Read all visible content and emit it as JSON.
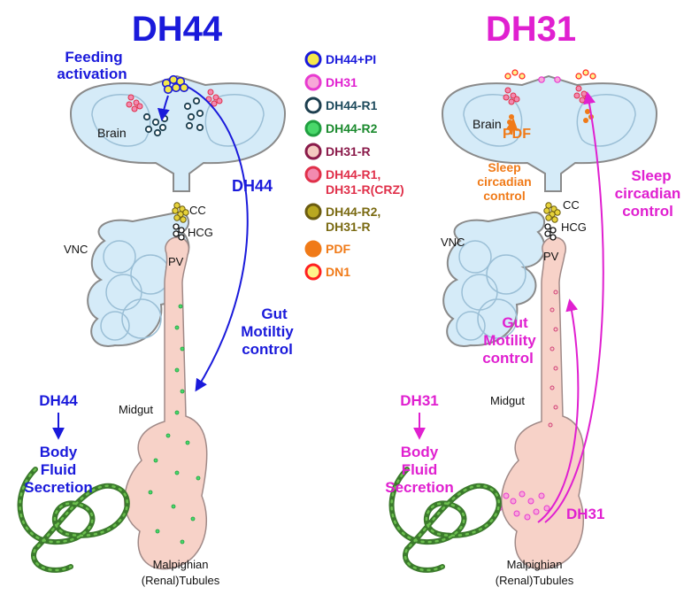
{
  "titles": {
    "left": "DH44",
    "right": "DH31"
  },
  "left_panel": {
    "feeding_line1": "Feeding",
    "feeding_line2": "activation",
    "brain": "Brain",
    "dh44_arrow": "DH44",
    "cc": "CC",
    "hcg": "HCG",
    "vnc": "VNC",
    "pv": "PV",
    "gut_line1": "Gut",
    "gut_line2": "Motiltiy",
    "gut_line3": "control",
    "midgut": "Midgut",
    "body_top": "DH44",
    "body_line1": "Body",
    "body_line2": "Fluid",
    "body_line3": "Secretion",
    "malp_line1": "Malpighian",
    "malp_line2": "(Renal)Tubules"
  },
  "right_panel": {
    "brain": "Brain",
    "pdf": "PDF",
    "sleep_small_line1": "Sleep",
    "sleep_small_line2": "circadian",
    "sleep_small_line3": "control",
    "sleep_big_line1": "Sleep",
    "sleep_big_line2": "circadian",
    "sleep_big_line3": "control",
    "cc": "CC",
    "hcg": "HCG",
    "vnc": "VNC",
    "pv": "PV",
    "gut_line1": "Gut",
    "gut_line2": "Motility",
    "gut_line3": "control",
    "midgut": "Midgut",
    "body_top": "DH31",
    "body_line1": "Body",
    "body_line2": "Fluid",
    "body_line3": "Secretion",
    "dh31_gut": "DH31",
    "malp_line1": "Malpighian",
    "malp_line2": "(Renal)Tubules"
  },
  "legend": [
    {
      "label": "DH44+PI",
      "fill": "#f5e84a",
      "stroke": "#1a1adb",
      "text_color": "#1a1adb"
    },
    {
      "label": "DH31",
      "fill": "#f7a8d8",
      "stroke": "#e83bd0",
      "text_color": "#e020d0"
    },
    {
      "label": "DH44-R1",
      "fill": "#ffffff",
      "stroke": "#1d3f4f",
      "text_color": "#1d4a5c"
    },
    {
      "label": "DH44-R2",
      "fill": "#49d86a",
      "stroke": "#20a040",
      "text_color": "#1b8a2e"
    },
    {
      "label": "DH31-R",
      "fill": "#f4c9c0",
      "stroke": "#8a1a4a",
      "text_color": "#8a1a4a"
    },
    {
      "label_line1": "DH44-R1,",
      "label_line2": "DH31-R(CRZ)",
      "fill": "#f28ab0",
      "stroke": "#e0304a",
      "text_color": "#e0304a"
    },
    {
      "label_line1": "DH44-R2,",
      "label_line2": "DH31-R",
      "fill": "#b9a820",
      "stroke": "#6b5c10",
      "text_color": "#7a6a12"
    },
    {
      "label": "PDF",
      "fill": "#f07a18",
      "stroke": "#f07a18",
      "text_color": "#f07a18"
    },
    {
      "label": "DN1",
      "fill": "#fff38a",
      "stroke": "#ff2020",
      "text_color": "#f07a18"
    }
  ],
  "colors": {
    "dh44_blue": "#1a1adb",
    "dh31_magenta": "#e020d0",
    "organ_blue": "#d5ebf8",
    "organ_outline": "#8a8a8a",
    "gut_pink": "#f7d2c8",
    "tubule_green": "#4a8a3a",
    "pdf_orange": "#f07a18"
  }
}
